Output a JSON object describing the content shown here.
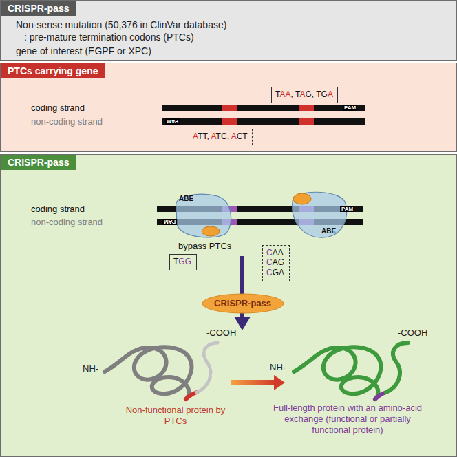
{
  "diagram": {
    "nodes": [
      {
        "text": [
          "CRISPR-pass",
          "Non-sense mutation (50,376 in ClinVar database)",
          ": pre-mature termination codons (PTCs)",
          "gene of interest (EGPF or XPC)"
        ]
      },
      {
        "text": [
          "PTCs carrying gene"
        ]
      },
      {
        "text": [
          "TAA, TAG, TGA"
        ],
        "in": 1
      },
      {
        "text": [
          "ATT, ATC, ACT"
        ],
        "in": 1
      },
      {
        "text": [
          "CRISPR-pass"
        ]
      },
      {
        "text": [
          "ABE"
        ],
        "in": 4
      },
      {
        "text": [
          "ABE"
        ],
        "in": 4
      },
      {
        "text": [
          "TGG"
        ],
        "in": 4
      },
      {
        "text": [
          "CAA CAG CGA"
        ],
        "in": 4
      },
      {
        "text": [
          "CRISPR-pass"
        ],
        "in": 4
      }
    ],
    "labels": [
      "coding strand",
      "non-coding strand",
      "PAM",
      "PAM",
      "coding strand",
      "non-coding strand",
      "PAM",
      "PAM",
      "bypass PTCs",
      "-COOH",
      "NH-",
      "Non-functional protein by PTCs",
      "-COOH",
      "NH-",
      "Full-length protein with an amino-acid exchange (functional or partially functional protein)"
    ]
  }
}
